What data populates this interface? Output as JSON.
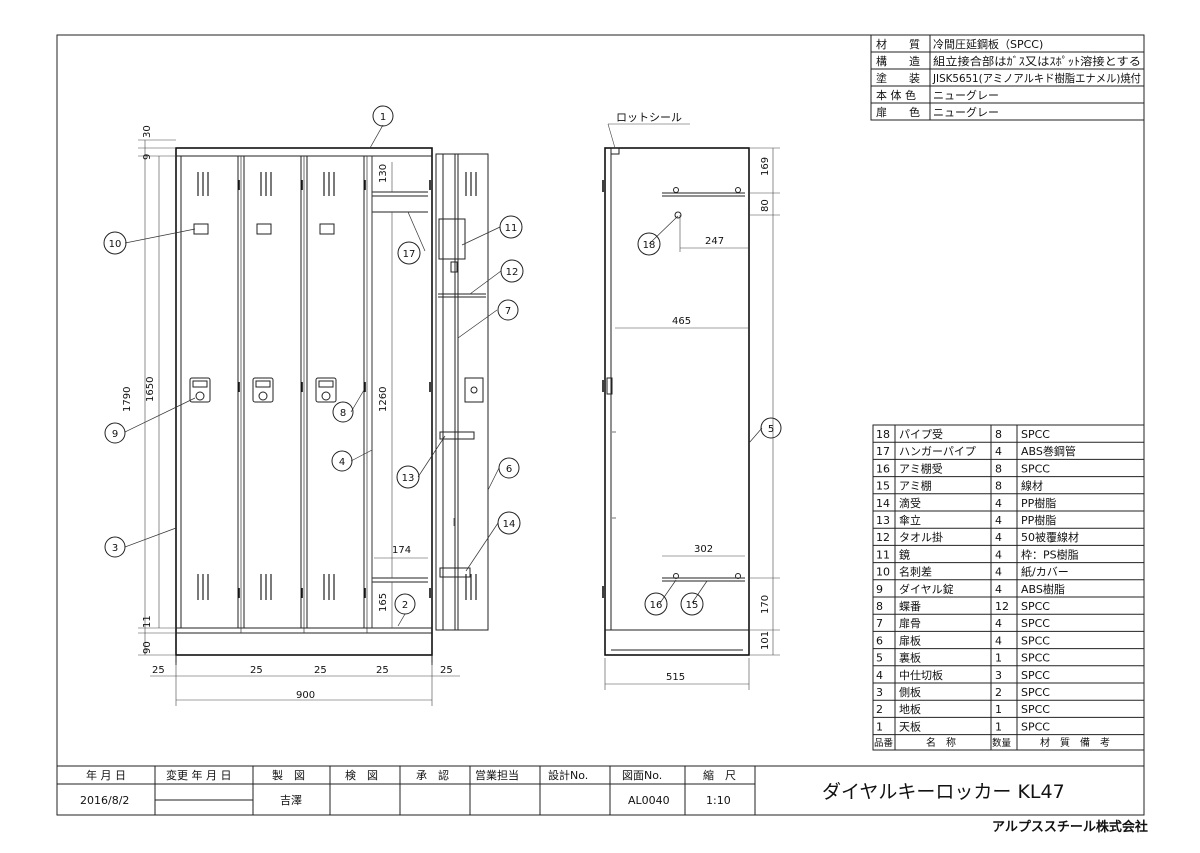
{
  "spec_table": [
    {
      "label": "材　　質",
      "value": "冷間圧延鋼板（SPCC)"
    },
    {
      "label": "構　　造",
      "value": "組立接合部はｶﾞｽ又はｽﾎﾟｯﾄ溶接とする"
    },
    {
      "label": "塗　　装",
      "value": "JISK5651(アミノアルキド樹脂エナメル)焼付"
    },
    {
      "label": "本 体 色",
      "value": "ニューグレー"
    },
    {
      "label": "扉　　色",
      "value": "ニューグレー"
    }
  ],
  "parts_header": {
    "no": "品番",
    "name": "名　称",
    "qty": "数量",
    "material": "材　質　備　考"
  },
  "parts": [
    {
      "no": "18",
      "name": "パイプ受",
      "qty": "8",
      "material": "SPCC"
    },
    {
      "no": "17",
      "name": "ハンガーパイプ",
      "qty": "4",
      "material": "ABS巻鋼管"
    },
    {
      "no": "16",
      "name": "アミ棚受",
      "qty": "8",
      "material": "SPCC"
    },
    {
      "no": "15",
      "name": "アミ棚",
      "qty": "8",
      "material": "線材"
    },
    {
      "no": "14",
      "name": "滴受",
      "qty": "4",
      "material": "PP樹脂"
    },
    {
      "no": "13",
      "name": "傘立",
      "qty": "4",
      "material": "PP樹脂"
    },
    {
      "no": "12",
      "name": "タオル掛",
      "qty": "4",
      "material": "50被覆線材"
    },
    {
      "no": "11",
      "name": "鏡",
      "qty": "4",
      "material": "枠：PS樹脂"
    },
    {
      "no": "10",
      "name": "名刺差",
      "qty": "4",
      "material": "紙/カバー"
    },
    {
      "no": "9",
      "name": "ダイヤル錠",
      "qty": "4",
      "material": "ABS樹脂"
    },
    {
      "no": "8",
      "name": "蝶番",
      "qty": "12",
      "material": "SPCC"
    },
    {
      "no": "7",
      "name": "扉骨",
      "qty": "4",
      "material": "SPCC"
    },
    {
      "no": "6",
      "name": "扉板",
      "qty": "4",
      "material": "SPCC"
    },
    {
      "no": "5",
      "name": "裏板",
      "qty": "1",
      "material": "SPCC"
    },
    {
      "no": "4",
      "name": "中仕切板",
      "qty": "3",
      "material": "SPCC"
    },
    {
      "no": "3",
      "name": "側板",
      "qty": "2",
      "material": "SPCC"
    },
    {
      "no": "2",
      "name": "地板",
      "qty": "1",
      "material": "SPCC"
    },
    {
      "no": "1",
      "name": "天板",
      "qty": "1",
      "material": "SPCC"
    }
  ],
  "title_block": {
    "date_label": "年 月 日",
    "date_value": "2016/8/2",
    "revision_label": "変更 年 月 日",
    "drawn_label": "製　図",
    "drawn_value": "吉澤",
    "checked_label": "検　図",
    "approved_label": "承　認",
    "sales_label": "営業担当",
    "design_no_label": "設計No.",
    "drawing_no_label": "図面No.",
    "drawing_no_value": "AL0040",
    "scale_label": "縮　尺",
    "scale_value": "1:10",
    "product_name": "ダイヤルキーロッカー KL47",
    "company": "アルプススチール株式会社"
  },
  "front_dims": {
    "top": "30",
    "top_gap": "9",
    "overall_height": "1790",
    "door_height": "1650",
    "bottom_gap": "11",
    "base": "90",
    "interior_height": "1260",
    "top_shelf": "130",
    "bottom_shelf": "165",
    "shelf_width": "174",
    "gap": "25",
    "width": "900"
  },
  "side_dims": {
    "top_shelf": "169",
    "pipe_drop": "80",
    "pipe_depth": "247",
    "mid_depth": "465",
    "bottom_shelf_depth": "302",
    "bottom_shelf": "170",
    "base": "101",
    "depth": "515",
    "seal_label": "ロットシール"
  },
  "callouts": [
    "1",
    "2",
    "3",
    "4",
    "5",
    "6",
    "7",
    "8",
    "9",
    "10",
    "11",
    "12",
    "13",
    "14",
    "15",
    "16",
    "17",
    "18"
  ]
}
